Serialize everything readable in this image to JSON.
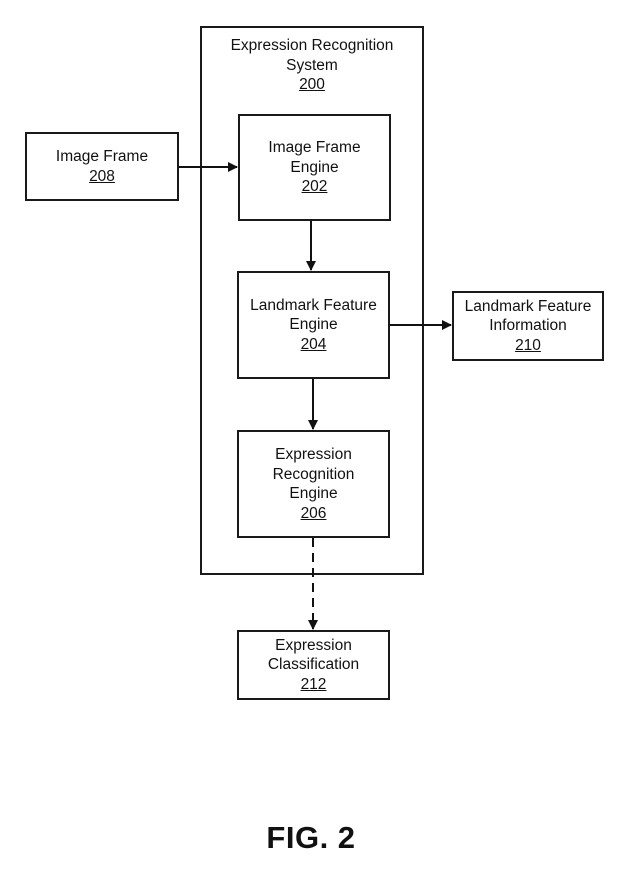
{
  "system": {
    "title_lines": [
      "Expression Recognition",
      "System"
    ],
    "ref": "200"
  },
  "nodes": {
    "image_frame": {
      "lines": [
        "Image Frame"
      ],
      "ref": "208"
    },
    "image_frame_engine": {
      "lines": [
        "Image Frame",
        "Engine"
      ],
      "ref": "202"
    },
    "landmark_feature_engine": {
      "lines": [
        "Landmark Feature",
        "Engine"
      ],
      "ref": "204"
    },
    "landmark_feature_information": {
      "lines": [
        "Landmark Feature",
        "Information"
      ],
      "ref": "210"
    },
    "expression_recognition_engine": {
      "lines": [
        "Expression",
        "Recognition",
        "Engine"
      ],
      "ref": "206"
    },
    "expression_classification": {
      "lines": [
        "Expression",
        "Classification"
      ],
      "ref": "212"
    }
  },
  "edges": [
    {
      "from": "208",
      "to": "202",
      "style": "solid"
    },
    {
      "from": "202",
      "to": "204",
      "style": "solid"
    },
    {
      "from": "204",
      "to": "210",
      "style": "solid"
    },
    {
      "from": "204",
      "to": "206",
      "style": "solid"
    },
    {
      "from": "206",
      "to": "212",
      "style": "dashed"
    }
  ],
  "caption": "FIG. 2"
}
